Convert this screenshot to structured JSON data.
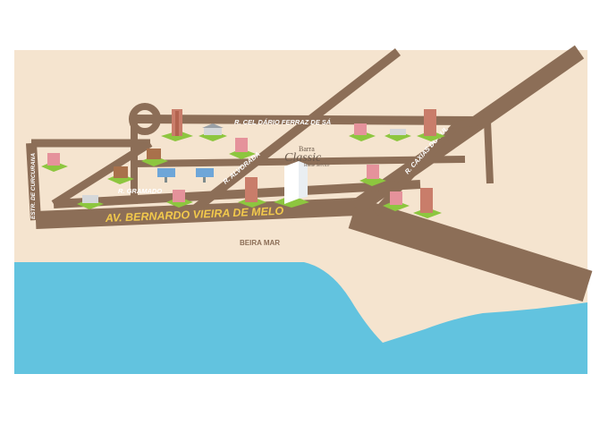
{
  "map": {
    "streets": {
      "cel_dario": "R. CEL DÁRIO FERRAZ DE SÁ",
      "alvorada": "R. ALVORADA",
      "caxias": "R. CAXIAS DO SUL",
      "gramado": "R. GRAMADO",
      "curcurana": "ESTR. DE CURCURANA",
      "bernardo": "AV. BERNARDO VIEIRA DE MELO"
    },
    "area_label": "BEIRA MAR",
    "logo": {
      "line1": "Barra",
      "line2": "Classic",
      "line3": "Home Service"
    }
  },
  "colors": {
    "land": "#f5e4cf",
    "road": "#8c6e57",
    "sea": "#62c3df",
    "grass": "#8dc63f",
    "accent_text": "#f2c94c"
  }
}
